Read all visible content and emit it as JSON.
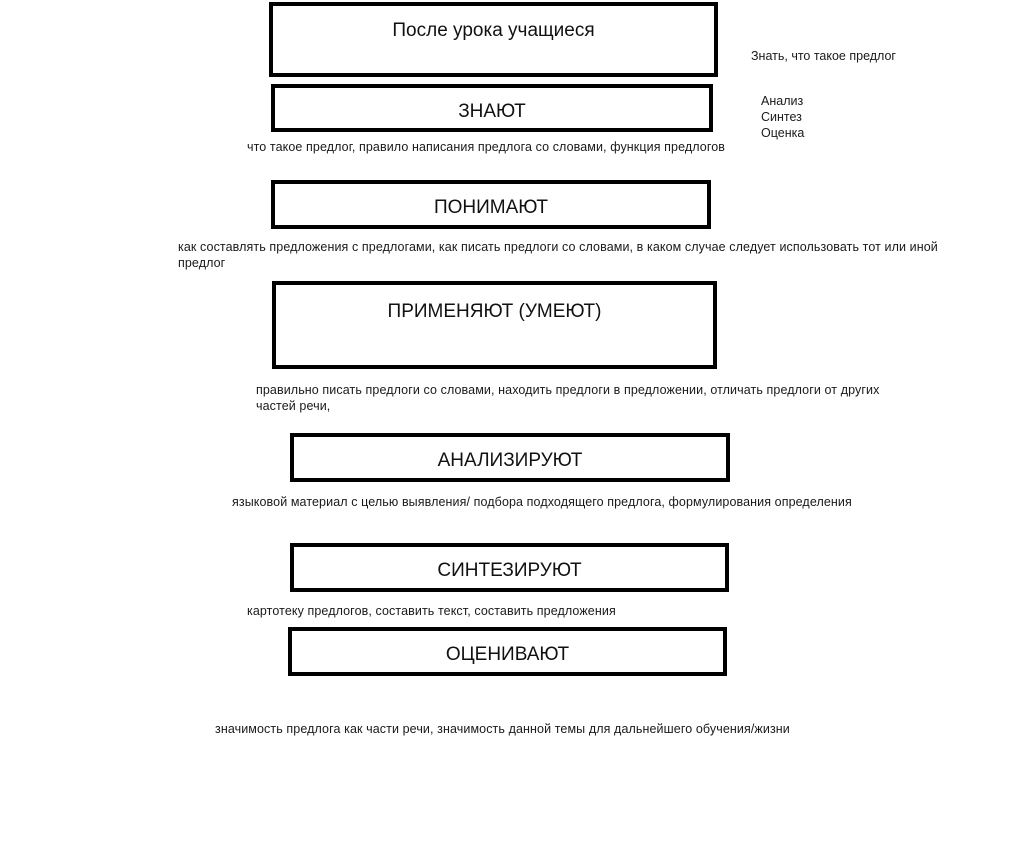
{
  "diagram": {
    "title": "После урока учащиеся",
    "type": "learning-outcomes-pyramid",
    "boxes": [
      {
        "id": "after-lesson",
        "label": "После урока учащиеся"
      },
      {
        "id": "know",
        "label": "ЗНАЮТ"
      },
      {
        "id": "understand",
        "label": "ПОНИМАЮТ"
      },
      {
        "id": "apply",
        "label": "ПРИМЕНЯЮТ (УМЕЮТ)"
      },
      {
        "id": "analyze",
        "label": "АНАЛИЗИРУЮТ"
      },
      {
        "id": "synthesize",
        "label": "СИНТЕЗИРУЮТ"
      },
      {
        "id": "evaluate",
        "label": "ОЦЕНИВАЮТ"
      }
    ],
    "captions": {
      "know": "что такое предлог, правило написания предлога со словами, функция предлогов",
      "understand": "как составлять предложения с предлогами, как писать предлоги со словами, в каком случае следует использовать тот или иной предлог",
      "apply": "правильно писать предлоги со словами, находить предлоги в предложении, отличать предлоги от других частей речи,",
      "analyze": "языковой материал с целью выявления/ подбора подходящего предлога, формулирования определения",
      "synthesize": "картотеку предлогов, составить текст, составить предложения",
      "evaluate": "значимость предлога как части речи, значимость данной темы для дальнейшего обучения/жизни"
    },
    "side_notes": {
      "know_preposition": "Знать, что такое предлог",
      "bloom_levels": [
        "Анализ",
        "Синтез",
        "Оценка"
      ]
    },
    "colors": {
      "border": "#000000",
      "background": "#ffffff",
      "text": "#000000"
    }
  }
}
